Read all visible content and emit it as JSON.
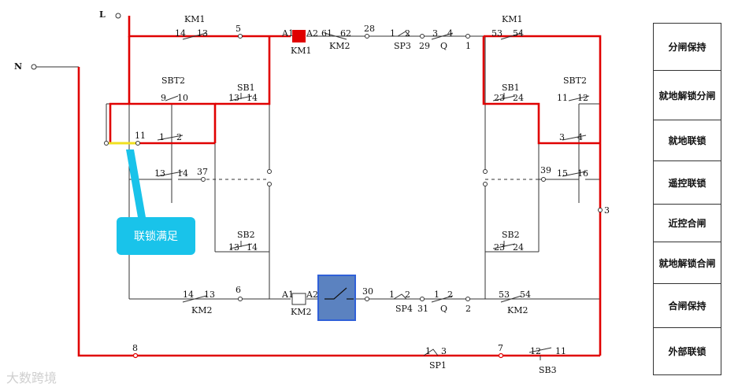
{
  "supply": {
    "l": "L",
    "n": "N"
  },
  "top_row": {
    "km1_left": {
      "name": "KM1",
      "a": "14",
      "b": "13"
    },
    "node5": "5",
    "coil_km1": {
      "a1": "A1",
      "a2": "A2",
      "name": "KM1"
    },
    "km2_nc": {
      "a": "61",
      "b": "62",
      "name": "KM2"
    },
    "node28": "28",
    "sp3": {
      "a": "1",
      "b": "2",
      "name": "SP3"
    },
    "node29": "29",
    "q": {
      "a": "3",
      "b": "4",
      "name": "Q"
    },
    "node1": "1",
    "km1_right": {
      "name": "KM1",
      "a": "53",
      "b": "54"
    }
  },
  "left_block": {
    "sbt2": {
      "name": "SBT2",
      "a": "9",
      "b": "10"
    },
    "sb1": {
      "name": "SB1",
      "a": "13",
      "b": "14"
    },
    "row11": {
      "node": "11",
      "a": "1",
      "b": "2"
    },
    "row13": {
      "a": "13",
      "b": "14",
      "node": "37"
    },
    "sb2": {
      "name": "SB2",
      "a": "13",
      "b": "14"
    }
  },
  "right_block": {
    "sb1": {
      "name": "SB1",
      "a": "23",
      "b": "24"
    },
    "sbt2": {
      "name": "SBT2",
      "a": "11",
      "b": "12"
    },
    "row34": {
      "a": "3",
      "b": "4"
    },
    "row39": {
      "node": "39",
      "a": "15",
      "b": "16"
    },
    "sb2": {
      "name": "SB2",
      "a": "23",
      "b": "24"
    },
    "node3": "3"
  },
  "bottom_row": {
    "km2_left": {
      "a": "14",
      "b": "13",
      "name": "KM2"
    },
    "node6": "6",
    "coil_km2": {
      "a1": "A1",
      "a2": "A2",
      "name": "KM2"
    },
    "node30": "30",
    "sp4": {
      "a": "1",
      "b": "2",
      "name": "SP4"
    },
    "node31": "31",
    "q": {
      "a": "1",
      "b": "2",
      "name": "Q"
    },
    "node2": "2",
    "km2_right": {
      "a": "53",
      "b": "54",
      "name": "KM2"
    }
  },
  "outer_row": {
    "node8": "8",
    "sp1": {
      "a": "1",
      "b": "3",
      "name": "SP1"
    },
    "node7": "7",
    "sb3": {
      "a": "12",
      "b": "11",
      "name": "SB3"
    }
  },
  "callout": "联锁满足",
  "legend": [
    "分闸保持",
    "就地解锁分闸",
    "就地联锁",
    "遥控联锁",
    "近控合闸",
    "就地解锁合闸",
    "合闸保持",
    "外部联锁"
  ],
  "watermark": "大数跨境",
  "colors": {
    "energized": "#e00000",
    "coil_active": "#e00000",
    "selected_switch": "#5b82c0",
    "callout": "#19c3ea",
    "highlight": "#f0e020"
  }
}
